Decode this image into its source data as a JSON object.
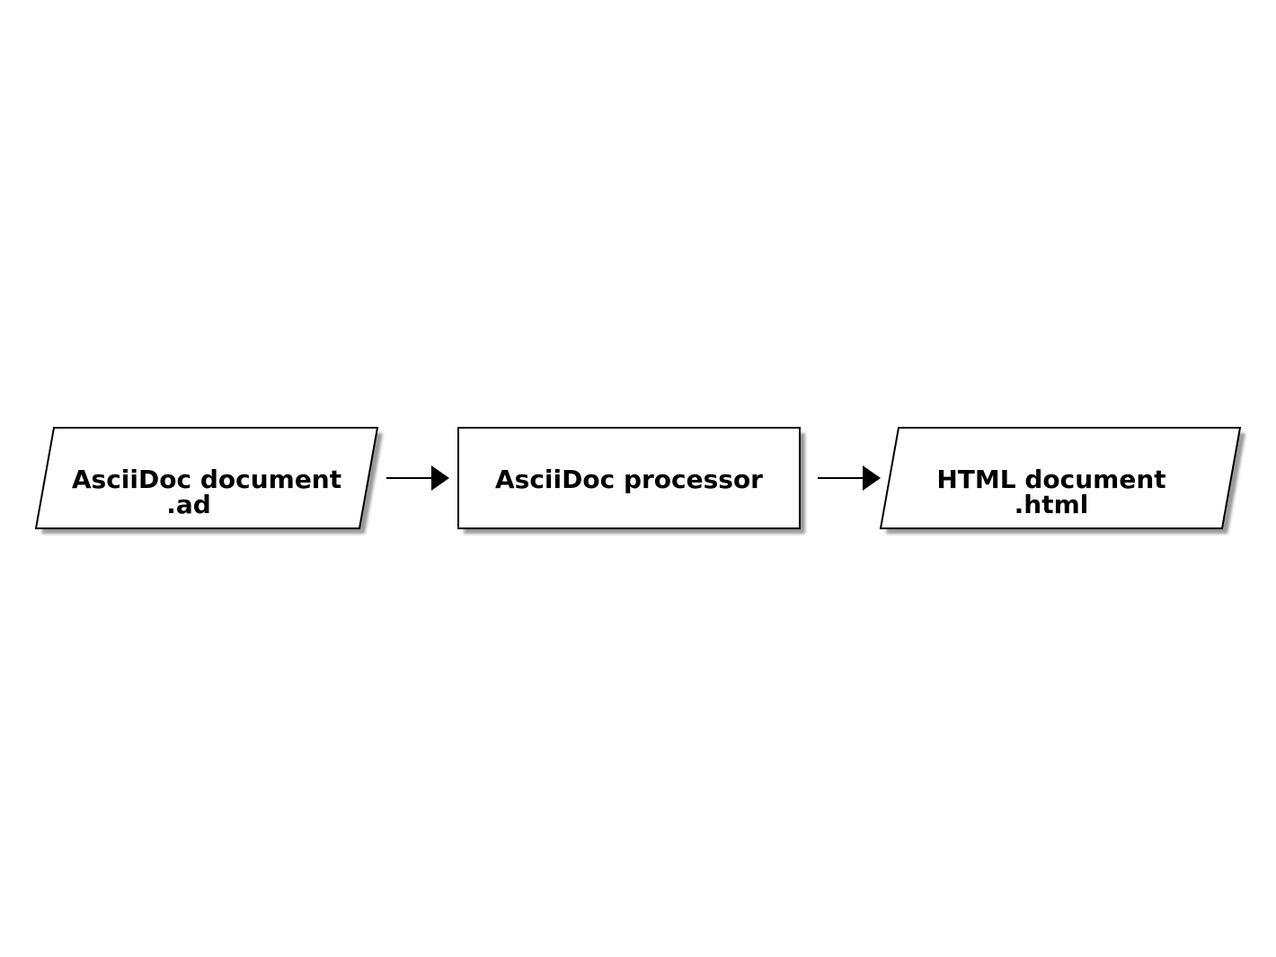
{
  "diagram": {
    "type": "flowchart",
    "direction": "left-to-right",
    "nodes": [
      {
        "id": "source",
        "shape": "parallelogram",
        "lines": [
          "AsciiDoc document",
          ".ad"
        ]
      },
      {
        "id": "processor",
        "shape": "rectangle",
        "lines": [
          "AsciiDoc processor"
        ]
      },
      {
        "id": "output",
        "shape": "parallelogram",
        "lines": [
          "HTML document",
          ".html"
        ]
      }
    ],
    "edges": [
      {
        "from": "source",
        "to": "processor"
      },
      {
        "from": "processor",
        "to": "output"
      }
    ],
    "colors": {
      "fill": "#ffffff",
      "stroke": "#000000",
      "shadow": "#9a9a9a",
      "text": "#000000"
    }
  }
}
